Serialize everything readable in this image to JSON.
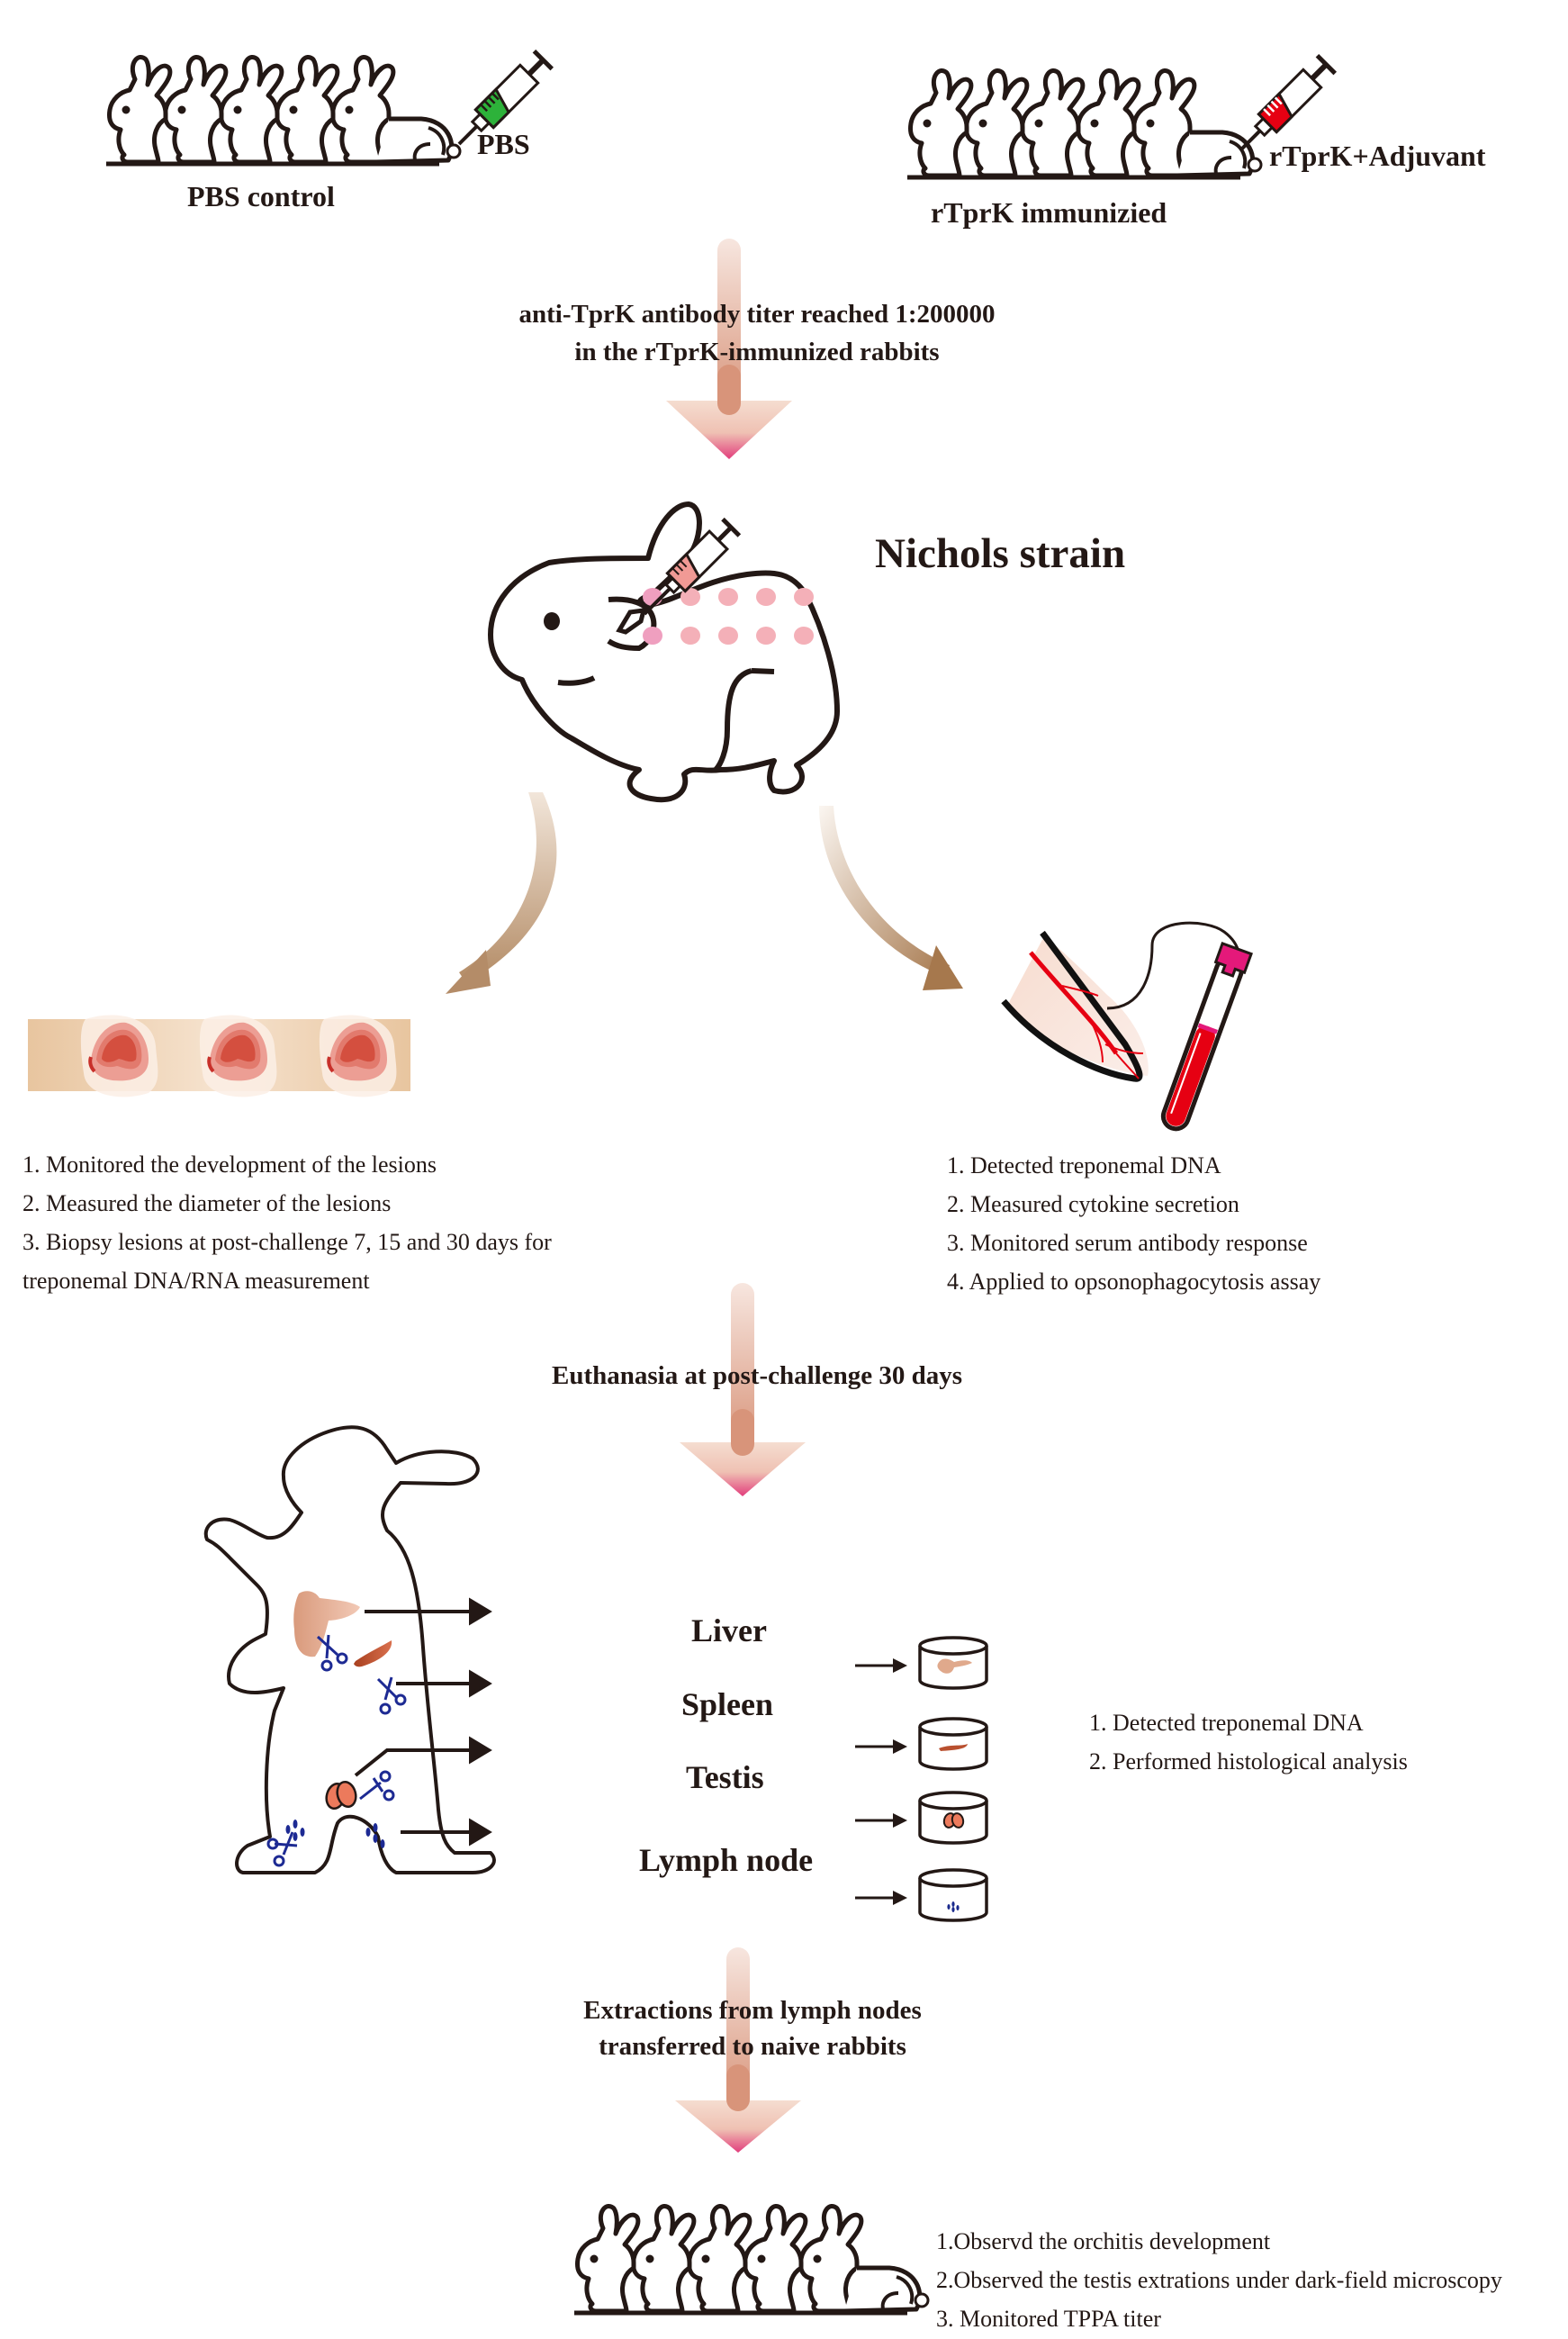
{
  "diagram": {
    "top": {
      "control_group": {
        "label": "PBS control",
        "injection_label": "PBS",
        "syringe_color": "#2db23a",
        "rabbit_count": 5
      },
      "immunized_group": {
        "label": "rTprK immunizied",
        "injection_label": "rTprK+Adjuvant",
        "syringe_color": "#e60012",
        "rabbit_count": 5
      }
    },
    "step1": {
      "line1": "anti-TprK antibody titer reached 1:200000",
      "line2": "in the rTprK-immunized rabbits"
    },
    "challenge": {
      "title": "Nichols strain",
      "injection_sites_rows": 2,
      "injection_sites_per_row": 5,
      "site_color": "#f4b0b8",
      "syringe_color": "#f19a95"
    },
    "lesion_branch": {
      "items": [
        "1. Monitored the development of the lesions",
        "2. Measured the diameter of the lesions",
        "3. Biopsy lesions at post-challenge 7, 15 and 30 days for",
        "treponemal DNA/RNA measurement"
      ]
    },
    "blood_branch": {
      "items": [
        "1. Detected treponemal DNA",
        "2. Measured cytokine secretion",
        "3. Monitored serum antibody response",
        "4. Applied to opsonophagocytosis assay"
      ]
    },
    "step2": {
      "label": "Euthanasia at post-challenge 30 days"
    },
    "organs": {
      "items": [
        {
          "name": "Liver"
        },
        {
          "name": "Spleen"
        },
        {
          "name": "Testis"
        },
        {
          "name": "Lymph node"
        }
      ],
      "analysis": [
        "1. Detected treponemal DNA",
        "2. Performed histological analysis"
      ]
    },
    "step3": {
      "line1": "Extractions from lymph nodes",
      "line2": "transferred to naive rabbits"
    },
    "naive_group": {
      "rabbit_count": 5,
      "items": [
        "1.Observd the orchitis development",
        "2.Observed the testis extrations under dark-field microscopy",
        "3. Monitored TPPA titer"
      ]
    },
    "colors": {
      "arrow_stem": "#d9967a",
      "arrow_tip": "#e4407a",
      "curved_arrow": "#b48a63",
      "organ_liver": "#e0a98c",
      "organ_spleen": "#b9502f",
      "organ_testis": "#ec7a5c",
      "lymph_node": "#1a2a8c",
      "scissors": "#1d2a93",
      "blood": "#e60012",
      "tube_cap": "#e4197a"
    }
  }
}
